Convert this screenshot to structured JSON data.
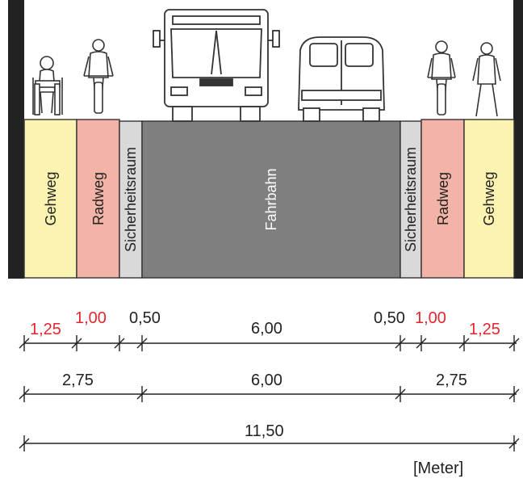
{
  "lanes": {
    "left_sidewalk": "Gehweg",
    "left_bikelane": "Radweg",
    "left_safety": "Sicherheitsraum",
    "road": "Fahrbahn",
    "right_safety": "Sicherheitsraum",
    "right_bikelane": "Radweg",
    "right_sidewalk": "Gehweg"
  },
  "dimensions": {
    "row1": {
      "left_sidewalk": "1,25",
      "left_bikelane": "1,00",
      "left_safety": "0,50",
      "road": "6,00",
      "right_safety": "0,50",
      "right_bikelane": "1,00",
      "right_sidewalk": "1,25"
    },
    "row2": {
      "left_side": "2,75",
      "road": "6,00",
      "right_side": "2,75"
    },
    "row3": {
      "total": "11,50"
    },
    "unit": "[Meter]"
  },
  "colors": {
    "sidewalk": "#fbf3b0",
    "bikelane": "#f4b3a7",
    "safety": "#d9d9d9",
    "road": "#7f7f7f",
    "wall": "#222222",
    "red_text": "#e3262e",
    "black_text": "#222222"
  },
  "icons": {
    "wheelchair": "wheelchair-user-icon",
    "cyclist_left": "cyclist-icon",
    "bus": "bus-icon",
    "van": "van-icon",
    "cyclist_right": "cyclist-icon",
    "pedestrian": "pedestrian-icon"
  }
}
